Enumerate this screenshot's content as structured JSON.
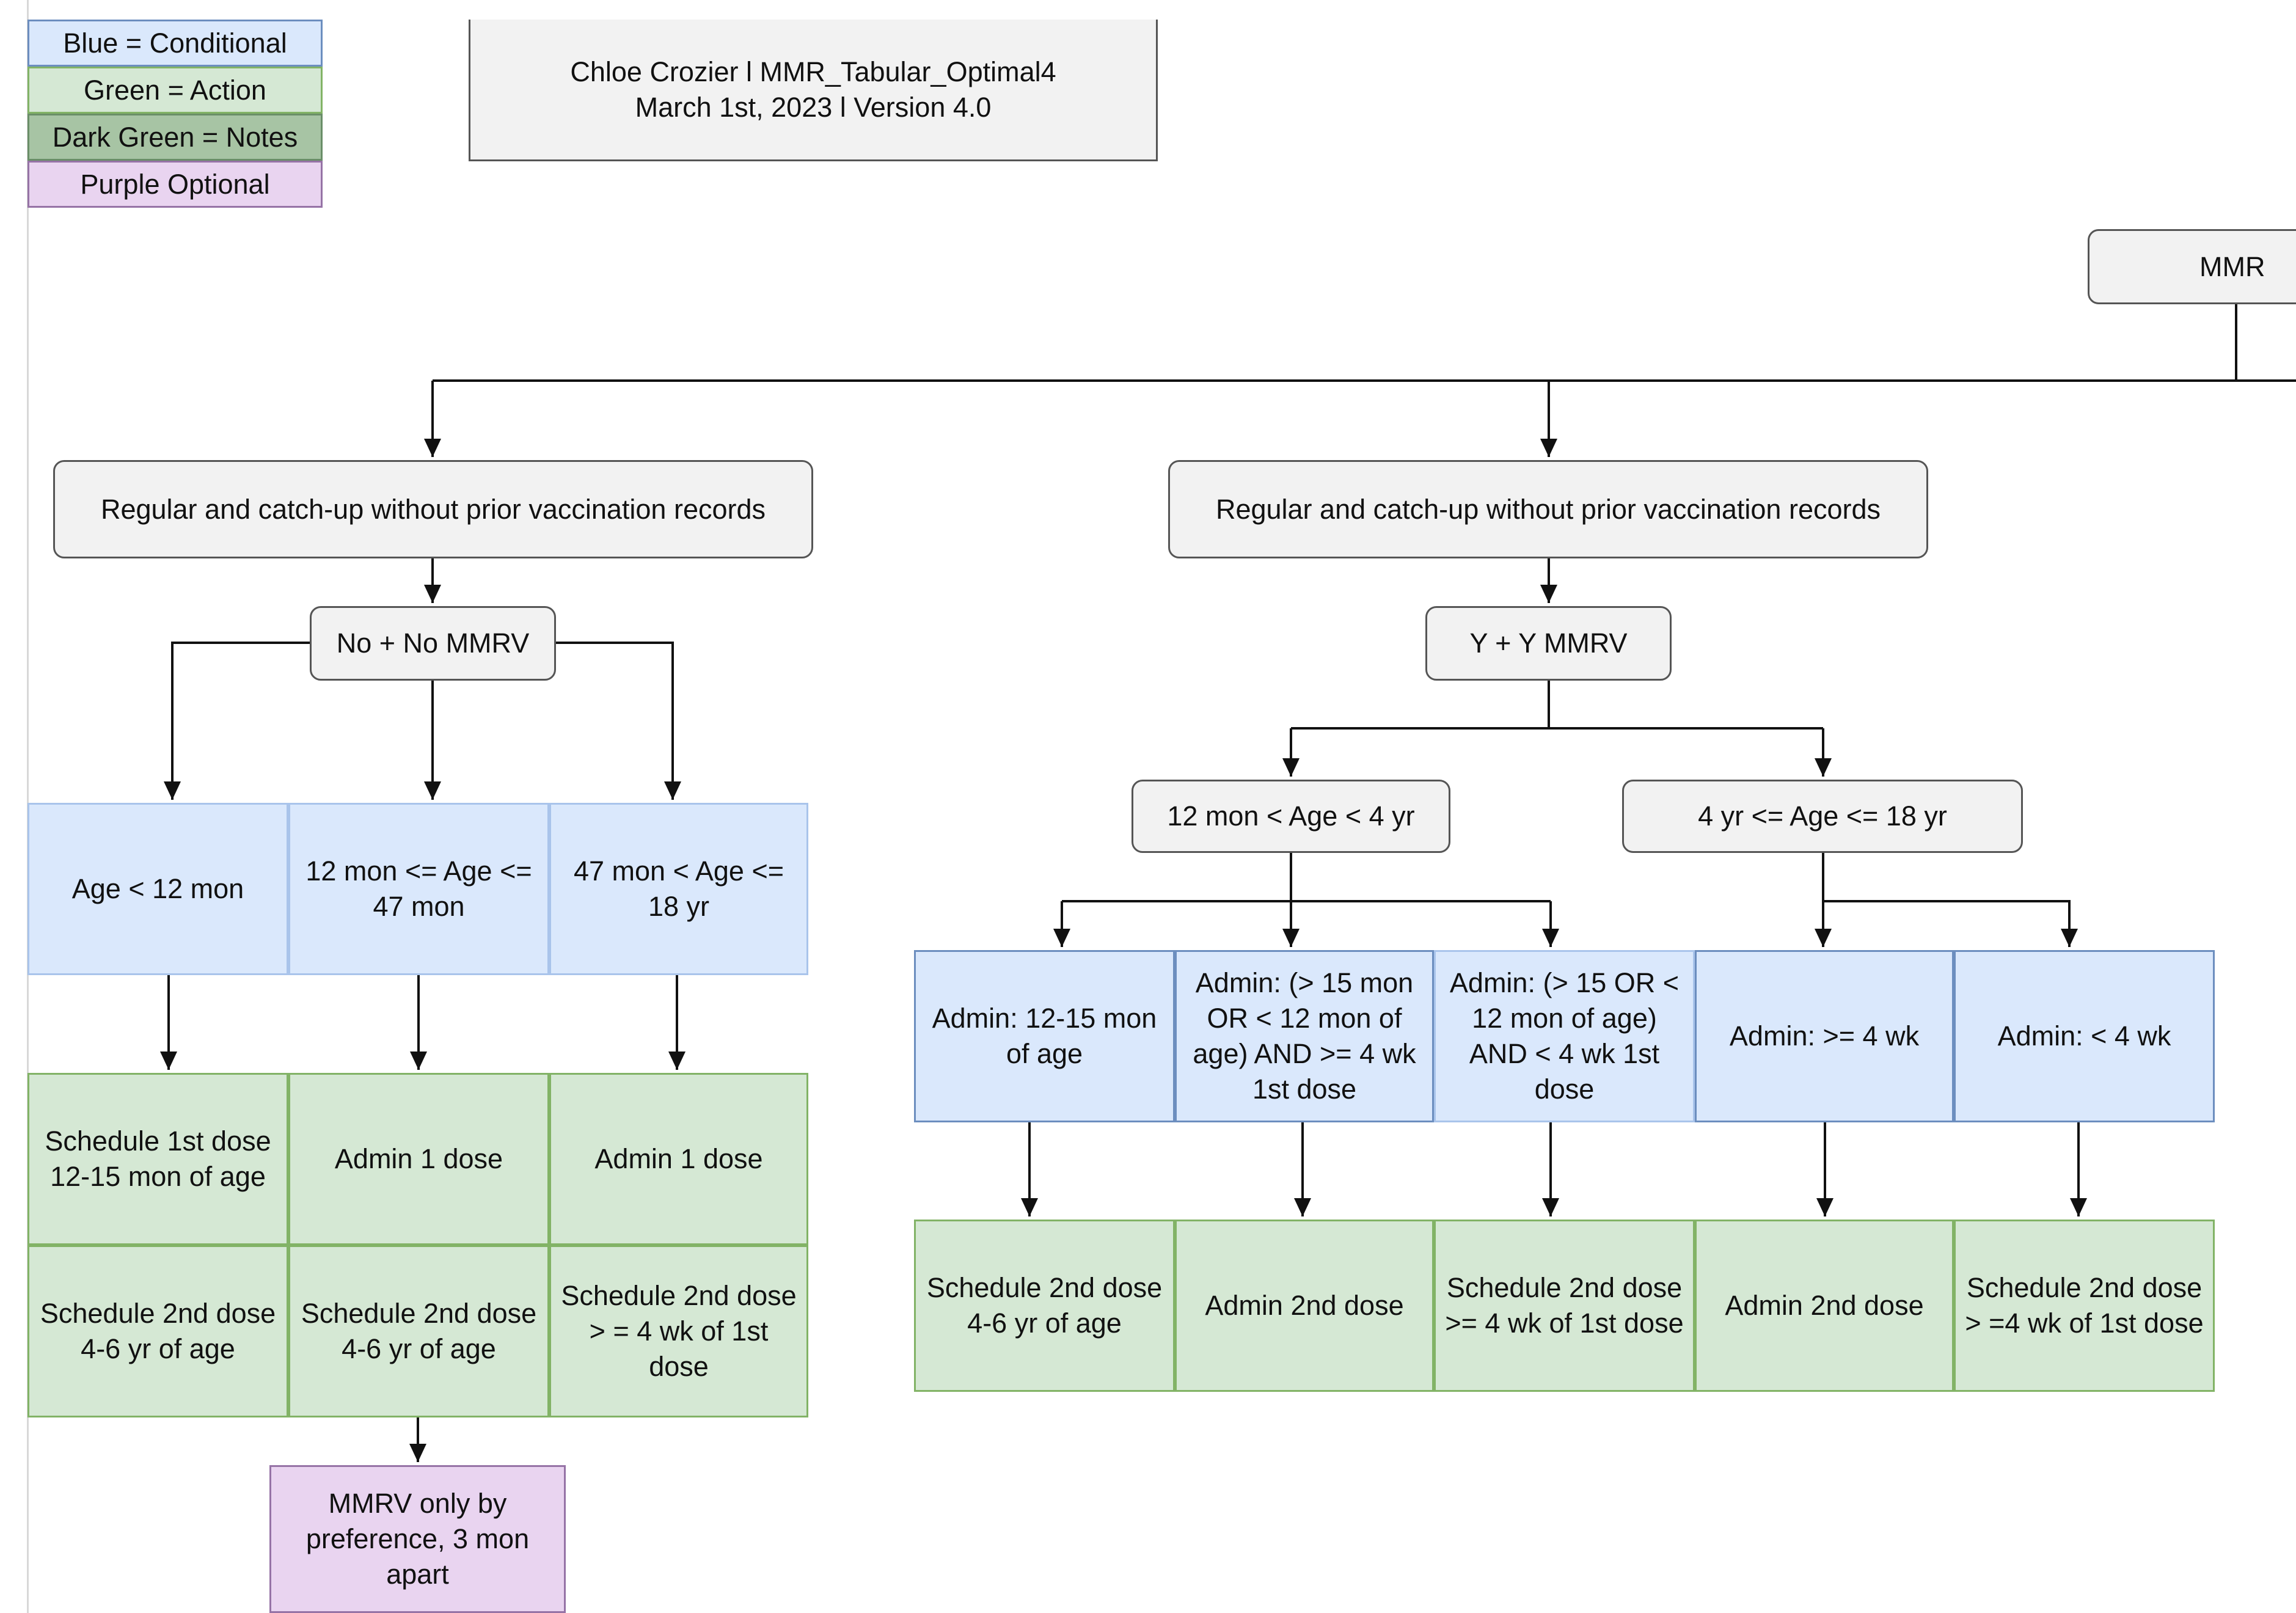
{
  "colors": {
    "conditional_fill": "#dae8fc",
    "conditional_stroke": "#6c8ebf",
    "action_fill": "#d5e8d4",
    "action_stroke": "#82b366",
    "notes_fill": "#a7c4a4",
    "notes_stroke": "#6a8e68",
    "optional_fill": "#e9d4f0",
    "optional_stroke": "#9673a6",
    "neutral_fill": "#f5f5f5",
    "neutral_stroke": "#666666",
    "line": "#111111"
  },
  "legend": {
    "conditional": "Blue = Conditional",
    "action": "Green = Action",
    "notes": "Dark Green = Notes",
    "optional": "Purple Optional"
  },
  "header": {
    "line1": "Chloe Crozier  l MMR_Tabular_Optimal4",
    "line2": "March 1st, 2023 l Version 4.0"
  },
  "root": {
    "label": "MMR"
  },
  "left": {
    "title": "Regular and catch-up without prior vaccination records",
    "condition": "No + No MMRV",
    "age_groups": [
      "Age < 12 mon",
      "12 mon <= Age <= 47 mon",
      "47 mon < Age <= 18 yr"
    ],
    "first_actions": [
      "Schedule 1st dose 12-15 mon of age",
      "Admin 1 dose",
      "Admin 1 dose"
    ],
    "second_actions": [
      "Schedule 2nd dose 4-6 yr of age",
      "Schedule 2nd dose 4-6 yr of age",
      "Schedule 2nd dose > = 4 wk of 1st dose"
    ],
    "optional_note": "MMRV only by preference, 3 mon apart"
  },
  "right": {
    "title": "Regular and catch-up without prior vaccination records",
    "condition": "Y + Y MMRV",
    "age_groups": [
      "12 mon < Age < 4 yr",
      "4 yr <= Age <= 18 yr"
    ],
    "admin_conditions": [
      "Admin: 12-15 mon of age",
      "Admin: (> 15 mon OR < 12 mon of age) AND >= 4 wk 1st dose",
      "Admin: (> 15  OR < 12 mon of age) AND < 4 wk 1st dose",
      "Admin: >= 4 wk",
      "Admin: < 4 wk"
    ],
    "actions": [
      "Schedule 2nd dose 4-6 yr of age",
      "Admin 2nd dose",
      "Schedule 2nd dose >= 4 wk of 1st dose",
      "Admin 2nd dose",
      "Schedule 2nd dose > =4 wk of 1st dose"
    ]
  }
}
